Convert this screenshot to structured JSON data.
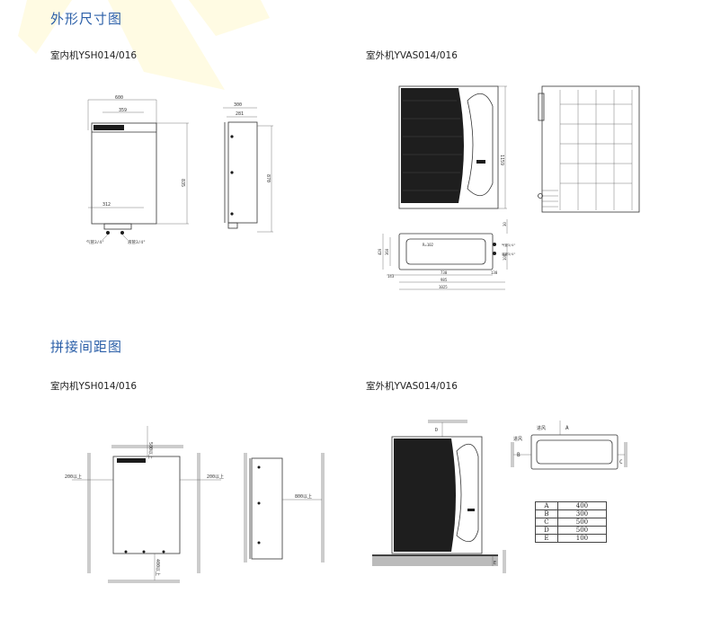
{
  "section1": {
    "title": "外形尺寸图",
    "indoor_label": "室内机YSH014/016",
    "outdoor_label": "室外机YVAS014/016",
    "indoor_dims": {
      "width": "600",
      "top_hole": "359",
      "height": "835",
      "bottom": "312",
      "depth": "300",
      "depth_inner": "281",
      "depth_height": "870",
      "pipe_gas": "气管3/4\"",
      "pipe_liquid": "液管3/4\""
    },
    "outdoor_dims": {
      "height": "1159",
      "side_r": "R=102",
      "pipe_gas": "气管3/4\"",
      "pipe_liquid": "液管3/4\"",
      "d_100": "100",
      "d_130": "130",
      "d_143": "143",
      "d_730": "730",
      "d_985": "985",
      "d_1025": "1025",
      "d_420": "420",
      "d_360": "360",
      "d_30": "30"
    }
  },
  "section2": {
    "title": "拼接间距图",
    "indoor_label": "室内机YSH014/016",
    "outdoor_label": "室外机YVAS014/016",
    "clearances": {
      "top": "500以上",
      "left": "200以上",
      "right": "200以上",
      "bottom": "400以上",
      "front": "800以上"
    },
    "outdoor_letters": {
      "a": "A",
      "b": "B",
      "c": "C",
      "d": "D",
      "e": "E",
      "inlet1": "进风",
      "inlet2": "进风"
    },
    "table": [
      {
        "key": "A",
        "value": "400"
      },
      {
        "key": "B",
        "value": "300"
      },
      {
        "key": "C",
        "value": "500"
      },
      {
        "key": "D",
        "value": "500"
      },
      {
        "key": "E",
        "value": "100"
      }
    ]
  }
}
